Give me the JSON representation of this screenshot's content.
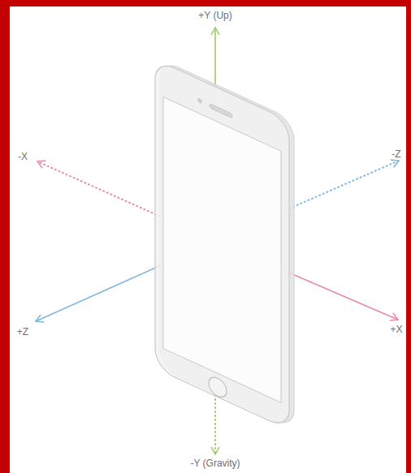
{
  "diagram": {
    "labels": [
      "+Y (Up)",
      "-X",
      "-Z",
      "+Z",
      "+X",
      "-Y (Gravity)"
    ]
  }
}
